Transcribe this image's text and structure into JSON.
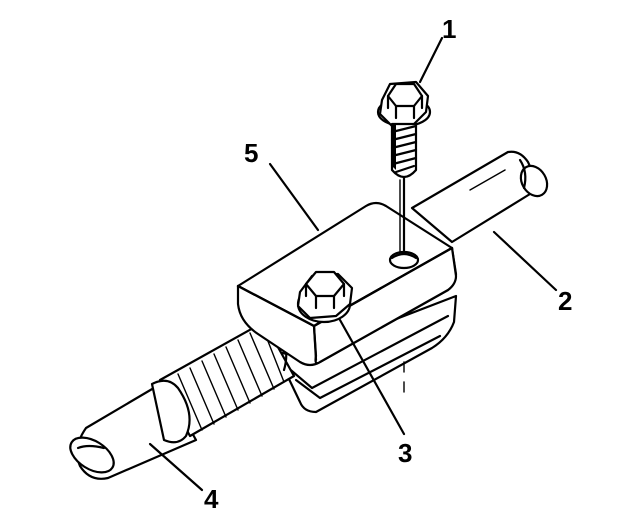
{
  "callouts": [
    {
      "id": "1",
      "text": "1"
    },
    {
      "id": "2",
      "text": "2"
    },
    {
      "id": "3",
      "text": "3"
    },
    {
      "id": "4",
      "text": "4"
    },
    {
      "id": "5",
      "text": "5"
    }
  ],
  "colors": {
    "line": "#000000",
    "background": "#ffffff"
  },
  "parts": [
    "upper-bolt",
    "right-cable",
    "lower-bolt",
    "left-cable",
    "clamp-block"
  ]
}
